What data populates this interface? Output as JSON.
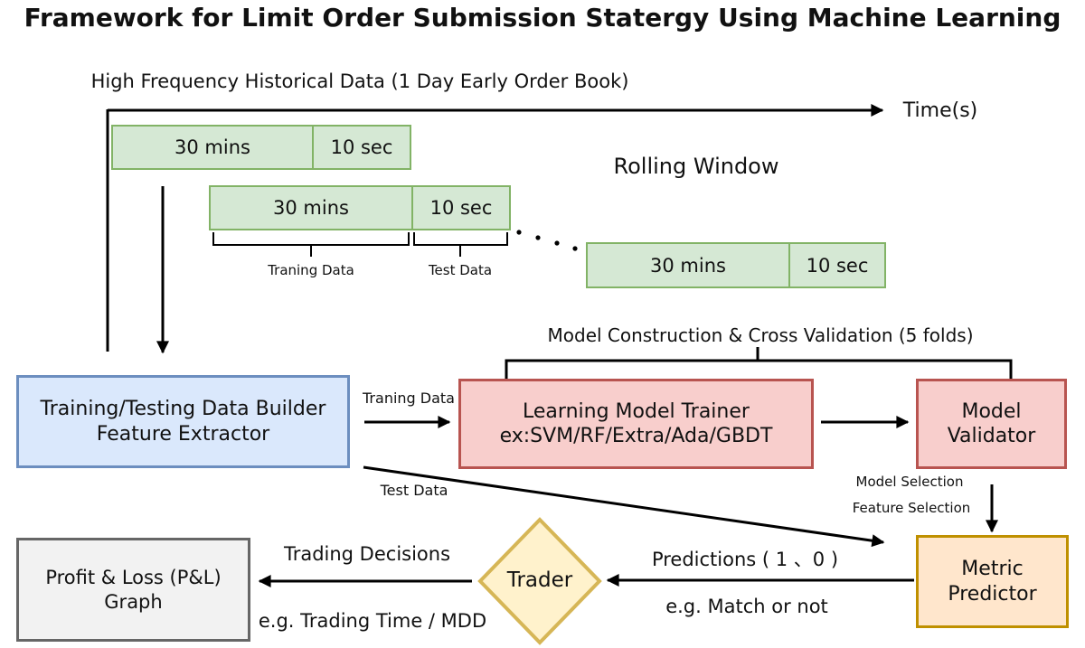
{
  "title": "Framework for Limit Order Submission Statergy Using Machine Learning",
  "timeline": {
    "label": "High Frequency Historical Data (1 Day Early Order Book)",
    "axis_label": "Time(s)"
  },
  "rolling_window": {
    "heading": "Rolling Window",
    "windows": [
      {
        "train": "30 mins",
        "test": "10 sec"
      },
      {
        "train": "30 mins",
        "test": "10 sec"
      },
      {
        "train": "30 mins",
        "test": "10 sec"
      }
    ],
    "train_bracket_label": "Traning Data",
    "test_bracket_label": "Test Data"
  },
  "model_construction_label": "Model Construction & Cross Validation (5 folds)",
  "nodes": {
    "data_builder": {
      "line1": "Training/Testing Data Builder",
      "line2": "Feature Extractor"
    },
    "model_trainer": {
      "line1": "Learning Model Trainer",
      "line2": "ex:SVM/RF/Extra/Ada/GBDT"
    },
    "model_validator": {
      "line1": "Model",
      "line2": "Validator"
    },
    "metric_predictor": {
      "line1": "Metric",
      "line2": "Predictor"
    },
    "trader": {
      "label": "Trader"
    },
    "pnl_graph": {
      "line1": "Profit & Loss (P&L)",
      "line2": "Graph"
    }
  },
  "edges": {
    "traning_data": "Traning Data",
    "test_data": "Test Data",
    "model_selection": "Model Selection",
    "feature_selection": "Feature Selection",
    "predictions": "Predictions ( 1 、0 )",
    "match_or_not": "e.g. Match or not",
    "trading_decisions": "Trading Decisions",
    "trading_time_mdd": "e.g. Trading Time / MDD"
  },
  "colors": {
    "window_fill": "#d5e8d4",
    "window_border": "#82b366",
    "builder_fill": "#dae8fc",
    "builder_border": "#6c8ebf",
    "trainer_fill": "#f8cecc",
    "trainer_border": "#b85450",
    "metric_fill": "#ffe6cc",
    "metric_border": "#bf9000",
    "trader_fill": "#fff2cc",
    "trader_border": "#d6b656",
    "pnl_fill": "#f2f2f2",
    "pnl_border": "#666666",
    "line": "#000000"
  }
}
